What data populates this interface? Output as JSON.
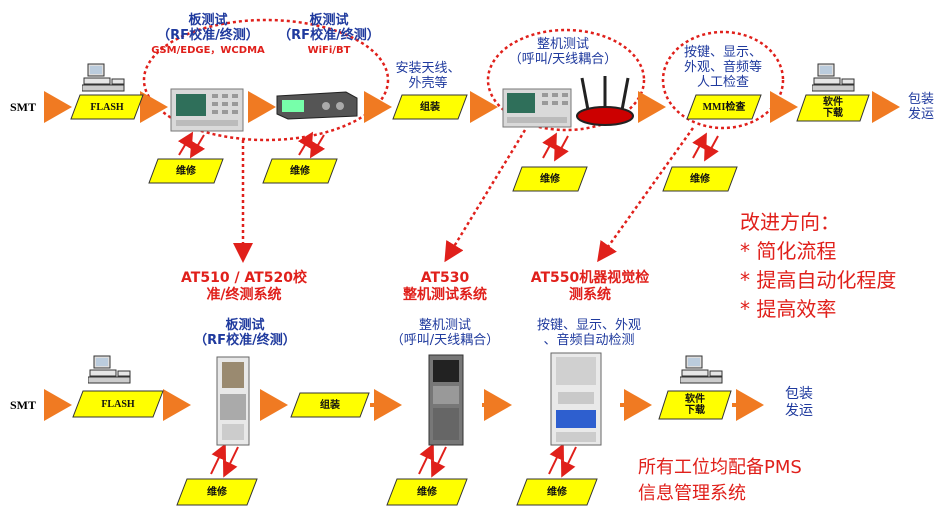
{
  "colors": {
    "accent_red": "#e0201b",
    "text_blue": "#1f3a9e",
    "box_yellow": "#ffff00",
    "arrow_orange": "#f07a22"
  },
  "top_flow": {
    "smt": "SMT",
    "flash": "FLASH",
    "board_test_1": {
      "title": "板测试",
      "sub": "（RF校准/终测）",
      "bands": "GSM/EDGE，WCDMA"
    },
    "board_test_2": {
      "title": "板测试",
      "sub": "（RF校准/终测）",
      "bands": "WiFi/BT"
    },
    "assembly_note_1": "安装天线、",
    "assembly_note_2": "外壳等",
    "assembly": "组装",
    "full_test_title": "整机测试",
    "full_test_sub": "（呼叫/天线耦合）",
    "mmi_note_1": "按键、显示、",
    "mmi_note_2": "外观、音频等",
    "mmi_note_3": "人工检查",
    "mmi": "MMI检查",
    "software_1": "软件",
    "software_2": "下载",
    "pack_1": "包装",
    "pack_2": "发运",
    "repair": "维修"
  },
  "improvements": {
    "title": "改进方向：",
    "items": [
      "* 简化流程",
      "* 提高自动化程度",
      "* 提高效率"
    ]
  },
  "bottom_flow": {
    "smt": "SMT",
    "flash": "FLASH",
    "at510_1": "AT510 / AT520校",
    "at510_2": "准/终测系统",
    "at510_task_1": "板测试",
    "at510_task_2": "（RF校准/终测）",
    "assembly": "组装",
    "at530_1": "AT530",
    "at530_2": "整机测试系统",
    "at530_task_1": "整机测试",
    "at530_task_2": "（呼叫/天线耦合）",
    "at550_1": "AT550机器视觉检",
    "at550_2": "测系统",
    "at550_task_1": "按键、显示、外观",
    "at550_task_2": "、音频自动检测",
    "software_1": "软件",
    "software_2": "下载",
    "pack_1": "包装",
    "pack_2": "发运",
    "repair": "维修",
    "pms_1": "所有工位均配备PMS",
    "pms_2": "信息管理系统"
  }
}
